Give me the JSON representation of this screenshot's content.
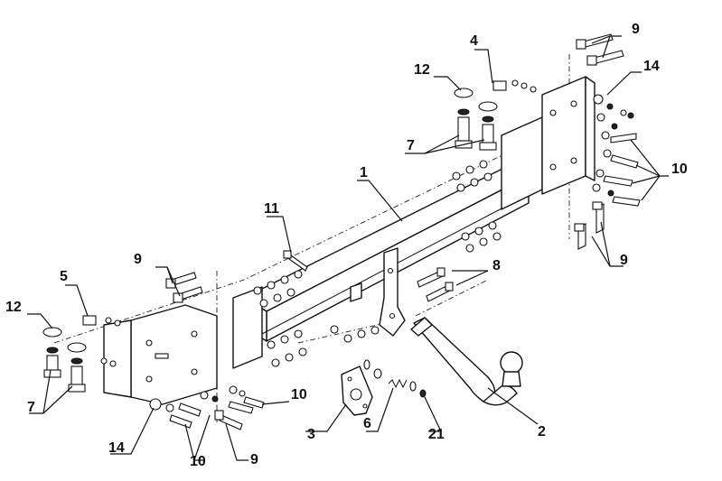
{
  "labels": {
    "l1": "1",
    "l2": "2",
    "l3": "3",
    "l4": "4",
    "l5": "5",
    "l6": "6",
    "l7a": "7",
    "l7b": "7",
    "l8": "8",
    "l9a": "9",
    "l9b": "9",
    "l9c": "9",
    "l9d": "9",
    "l10a": "10",
    "l10b": "10",
    "l10c": "10",
    "l11": "11",
    "l12a": "12",
    "l12b": "12",
    "l14a": "14",
    "l14b": "14",
    "l21": "21"
  }
}
